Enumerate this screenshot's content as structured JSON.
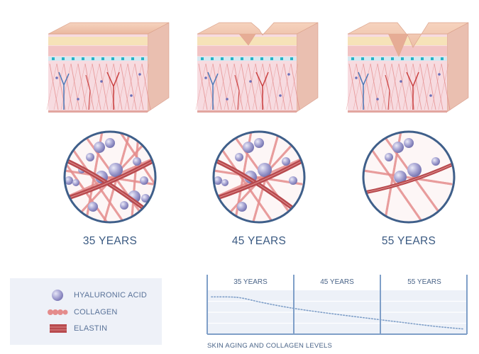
{
  "stages": [
    {
      "label": "35 YEARS",
      "fold": 0.0,
      "collagen_strands": 10,
      "hyaluronic_spheres": 14,
      "elastin_bands": 2
    },
    {
      "label": "45 YEARS",
      "fold": 0.5,
      "collagen_strands": 7,
      "hyaluronic_spheres": 10,
      "elastin_bands": 2
    },
    {
      "label": "55 YEARS",
      "fold": 1.0,
      "collagen_strands": 4,
      "hyaluronic_spheres": 6,
      "elastin_bands": 1
    }
  ],
  "legend": {
    "items": [
      {
        "label": "HYALURONIC ACID",
        "icon": "sphere-icon"
      },
      {
        "label": "COLLAGEN",
        "icon": "collagen-chain-icon"
      },
      {
        "label": "ELASTIN",
        "icon": "elastin-band-icon"
      }
    ]
  },
  "chart": {
    "columns": [
      "35 YEARS",
      "45 YEARS",
      "55 YEARS"
    ],
    "caption": "SKIN AGING AND COLLAGEN LEVELS"
  },
  "chart_data": {
    "type": "line",
    "categories": [
      "35 YEARS",
      "45 YEARS",
      "55 YEARS"
    ],
    "x": [
      0,
      0.08,
      0.12,
      0.2,
      0.33,
      0.5,
      0.67,
      0.8,
      0.9,
      1.0
    ],
    "series": [
      {
        "values": [
          0.85,
          0.85,
          0.83,
          0.72,
          0.58,
          0.45,
          0.33,
          0.24,
          0.17,
          0.12
        ]
      }
    ],
    "ylim": [
      0,
      1
    ],
    "grid": true
  },
  "colors": {
    "skin_top": "#f3c9b0",
    "skin_side": "#e8b7a0",
    "dermis": "#f7dbe0",
    "fat": "#f6e2b8",
    "collagen": "#e48c8c",
    "elastin": "#b84a4e",
    "hyaluronic": "#a8a6d4",
    "vessel_red": "#c94040",
    "vessel_blue": "#4a78b8",
    "cell_teal": "#27b3c6",
    "text": "#3b5a82",
    "chart_line": "#7f9fc8"
  }
}
